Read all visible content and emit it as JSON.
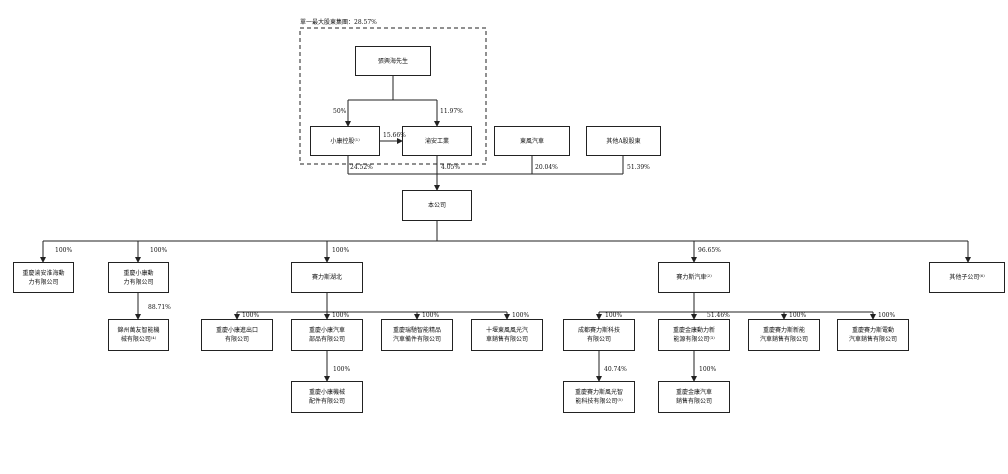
{
  "group_label": "單一最大股東集團：28.57%",
  "nodes": {
    "zhang": "張興海先生",
    "xiaokang": "小康控股⁽¹⁾",
    "yuan": "渝安工業",
    "dongfeng": "東風汽車",
    "others_a": "其他A股股東",
    "company": "本公司",
    "yuxin": [
      "重慶渝安淮海動",
      "力有限公司"
    ],
    "xiaokang_power": [
      "重慶小康動",
      "力有限公司"
    ],
    "jinzhou": [
      "錦州萬友智能機",
      "械有限公司⁽⁴⁾"
    ],
    "seres_hubei": "賽力斯湖北",
    "xk_import": [
      "重慶小康進出口",
      "有限公司"
    ],
    "xk_auto_parts": [
      "重慶小康汽車",
      "部品有限公司"
    ],
    "xk_machinery": [
      "重慶小康機械",
      "配件有限公司"
    ],
    "ruichi": [
      "重慶瑞馳智能精品",
      "汽車備件有限公司"
    ],
    "shiyan": [
      "十堰東風風光汽",
      "車銷售有限公司"
    ],
    "seres_auto": "賽力斯汽車⁽²⁾",
    "chengdu": [
      "成都賽力斯科技",
      "有限公司"
    ],
    "jinkang_energy": [
      "重慶金康動力新",
      "能源有限公司⁽³⁾"
    ],
    "seres_ne_sales": [
      "重慶賽力斯新能",
      "汽車銷售有限公司"
    ],
    "seres_ev_sales": [
      "重慶賽力斯電動",
      "汽車銷售有限公司"
    ],
    "fengguang": [
      "重慶賽力斯風光智",
      "能科技有限公司⁽⁵⁾"
    ],
    "jinkang_sales": [
      "重慶金康汽車",
      "銷售有限公司"
    ],
    "other_subs": "其他子公司⁽⁶⁾"
  },
  "percentages": {
    "zhang_xiaokang": "50%",
    "zhang_yuan": "11.97%",
    "xiaokang_yuan": "15.66%",
    "xiaokang_company": "24.52%",
    "yuan_company": "4.05%",
    "dongfeng_company": "20.04%",
    "others_company": "51.39%",
    "company_yuxin": "100%",
    "company_xkpower": "100%",
    "company_hubei": "100%",
    "company_seresauto": "96.65%",
    "xkpower_jinzhou": "88.71%",
    "hubei_import": "100%",
    "hubei_parts": "100%",
    "hubei_ruichi": "100%",
    "hubei_shiyan": "100%",
    "parts_machinery": "100%",
    "seresauto_chengdu": "100%",
    "seresauto_jinkang": "51.46%",
    "seresauto_nesales": "100%",
    "seresauto_evsales": "100%",
    "chengdu_fengguang": "40.74%",
    "jinkang_sales": "100%"
  }
}
